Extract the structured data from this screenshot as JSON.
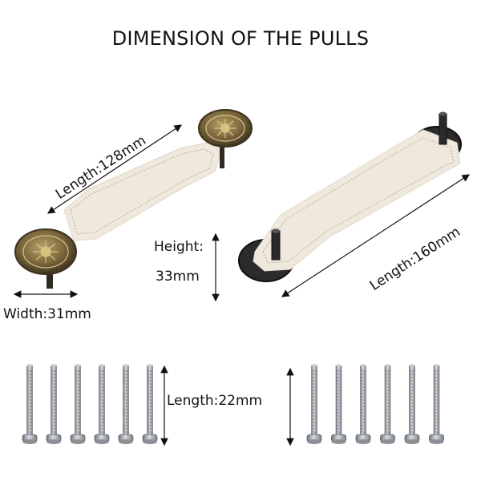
{
  "title": "DIMENSION OF THE PULLS",
  "labels": {
    "length_128": "Length:128mm",
    "height_label": "Height:",
    "height_value": "33mm",
    "width_31": "Width:31mm",
    "length_160": "Length:160mm",
    "length_22": "Length:22mm"
  },
  "colors": {
    "leather": "#efe8dc",
    "stitch": "#b9ab96",
    "bronze": "#6b5a36",
    "bronze_light": "#a58f5c",
    "black_base": "#2b2b2b",
    "screw": "#a9adb2"
  },
  "screws": {
    "left_count": 6,
    "right_count": 6
  }
}
